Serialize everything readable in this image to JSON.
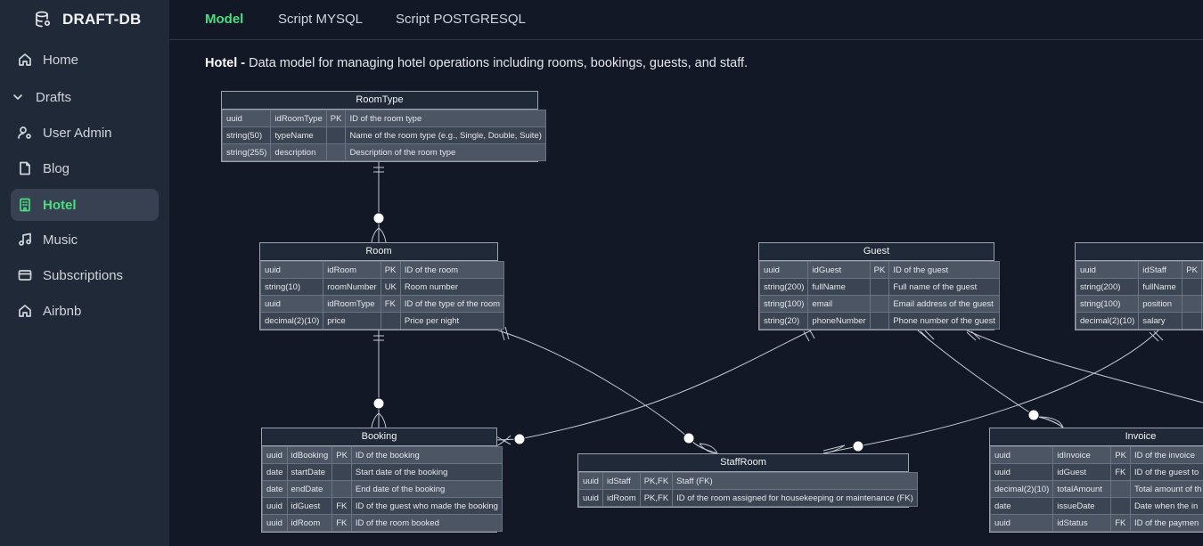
{
  "app": {
    "name": "DRAFT-DB"
  },
  "sidebar": {
    "items": [
      {
        "label": "Home",
        "icon": "home-icon"
      },
      {
        "label": "Drafts",
        "icon": "chevron-down-icon"
      },
      {
        "label": "User Admin",
        "icon": "user-admin-icon"
      },
      {
        "label": "Blog",
        "icon": "file-icon"
      },
      {
        "label": "Hotel",
        "icon": "building-icon",
        "active": true
      },
      {
        "label": "Music",
        "icon": "music-icon"
      },
      {
        "label": "Subscriptions",
        "icon": "credit-card-icon"
      },
      {
        "label": "Airbnb",
        "icon": "home-icon"
      }
    ]
  },
  "tabs": [
    {
      "label": "Model",
      "active": true
    },
    {
      "label": "Script MYSQL"
    },
    {
      "label": "Script POSTGRESQL"
    }
  ],
  "model": {
    "name": "Hotel -",
    "description": " Data model for managing hotel operations including rooms, bookings, guests, and staff."
  },
  "colors": {
    "accent": "#4ade80",
    "sidebar": "#1f2937",
    "background": "#121826"
  },
  "tables": {
    "roomtype": {
      "title": "RoomType",
      "rows": [
        [
          "uuid",
          "idRoomType",
          "PK",
          "ID of the room type"
        ],
        [
          "string(50)",
          "typeName",
          "",
          "Name of the room type (e.g., Single, Double, Suite)"
        ],
        [
          "string(255)",
          "description",
          "",
          "Description of the room type"
        ]
      ]
    },
    "room": {
      "title": "Room",
      "rows": [
        [
          "uuid",
          "idRoom",
          "PK",
          "ID of the room"
        ],
        [
          "string(10)",
          "roomNumber",
          "UK",
          "Room number"
        ],
        [
          "uuid",
          "idRoomType",
          "FK",
          "ID of the type of the room"
        ],
        [
          "decimal(2)(10)",
          "price",
          "",
          "Price per night"
        ]
      ]
    },
    "guest": {
      "title": "Guest",
      "rows": [
        [
          "uuid",
          "idGuest",
          "PK",
          "ID of the guest"
        ],
        [
          "string(200)",
          "fullName",
          "",
          "Full name of the guest"
        ],
        [
          "string(100)",
          "email",
          "",
          "Email address of the guest"
        ],
        [
          "string(20)",
          "phoneNumber",
          "",
          "Phone number of the guest"
        ]
      ]
    },
    "staff": {
      "title": "",
      "rows": [
        [
          "uuid",
          "idStaff",
          "PK",
          ""
        ],
        [
          "string(200)",
          "fullName",
          "",
          ""
        ],
        [
          "string(100)",
          "position",
          "",
          ""
        ],
        [
          "decimal(2)(10)",
          "salary",
          "",
          ""
        ]
      ]
    },
    "booking": {
      "title": "Booking",
      "rows": [
        [
          "uuid",
          "idBooking",
          "PK",
          "ID of the booking"
        ],
        [
          "date",
          "startDate",
          "",
          "Start date of the booking"
        ],
        [
          "date",
          "endDate",
          "",
          "End date of the booking"
        ],
        [
          "uuid",
          "idGuest",
          "FK",
          "ID of the guest who made the booking"
        ],
        [
          "uuid",
          "idRoom",
          "FK",
          "ID of the room booked"
        ]
      ]
    },
    "staffroom": {
      "title": "StaffRoom",
      "rows": [
        [
          "uuid",
          "idStaff",
          "PK,FK",
          "Staff (FK)"
        ],
        [
          "uuid",
          "idRoom",
          "PK,FK",
          "ID of the room assigned for housekeeping or maintenance (FK)"
        ]
      ]
    },
    "invoice": {
      "title": "Invoice",
      "rows": [
        [
          "uuid",
          "idInvoice",
          "PK",
          "ID of the invoice"
        ],
        [
          "uuid",
          "idGuest",
          "FK",
          "ID of the guest to"
        ],
        [
          "decimal(2)(10)",
          "totalAmount",
          "",
          "Total amount of th"
        ],
        [
          "date",
          "issueDate",
          "",
          "Date when the in"
        ],
        [
          "uuid",
          "idStatus",
          "FK",
          "ID of the paymen"
        ]
      ]
    }
  }
}
